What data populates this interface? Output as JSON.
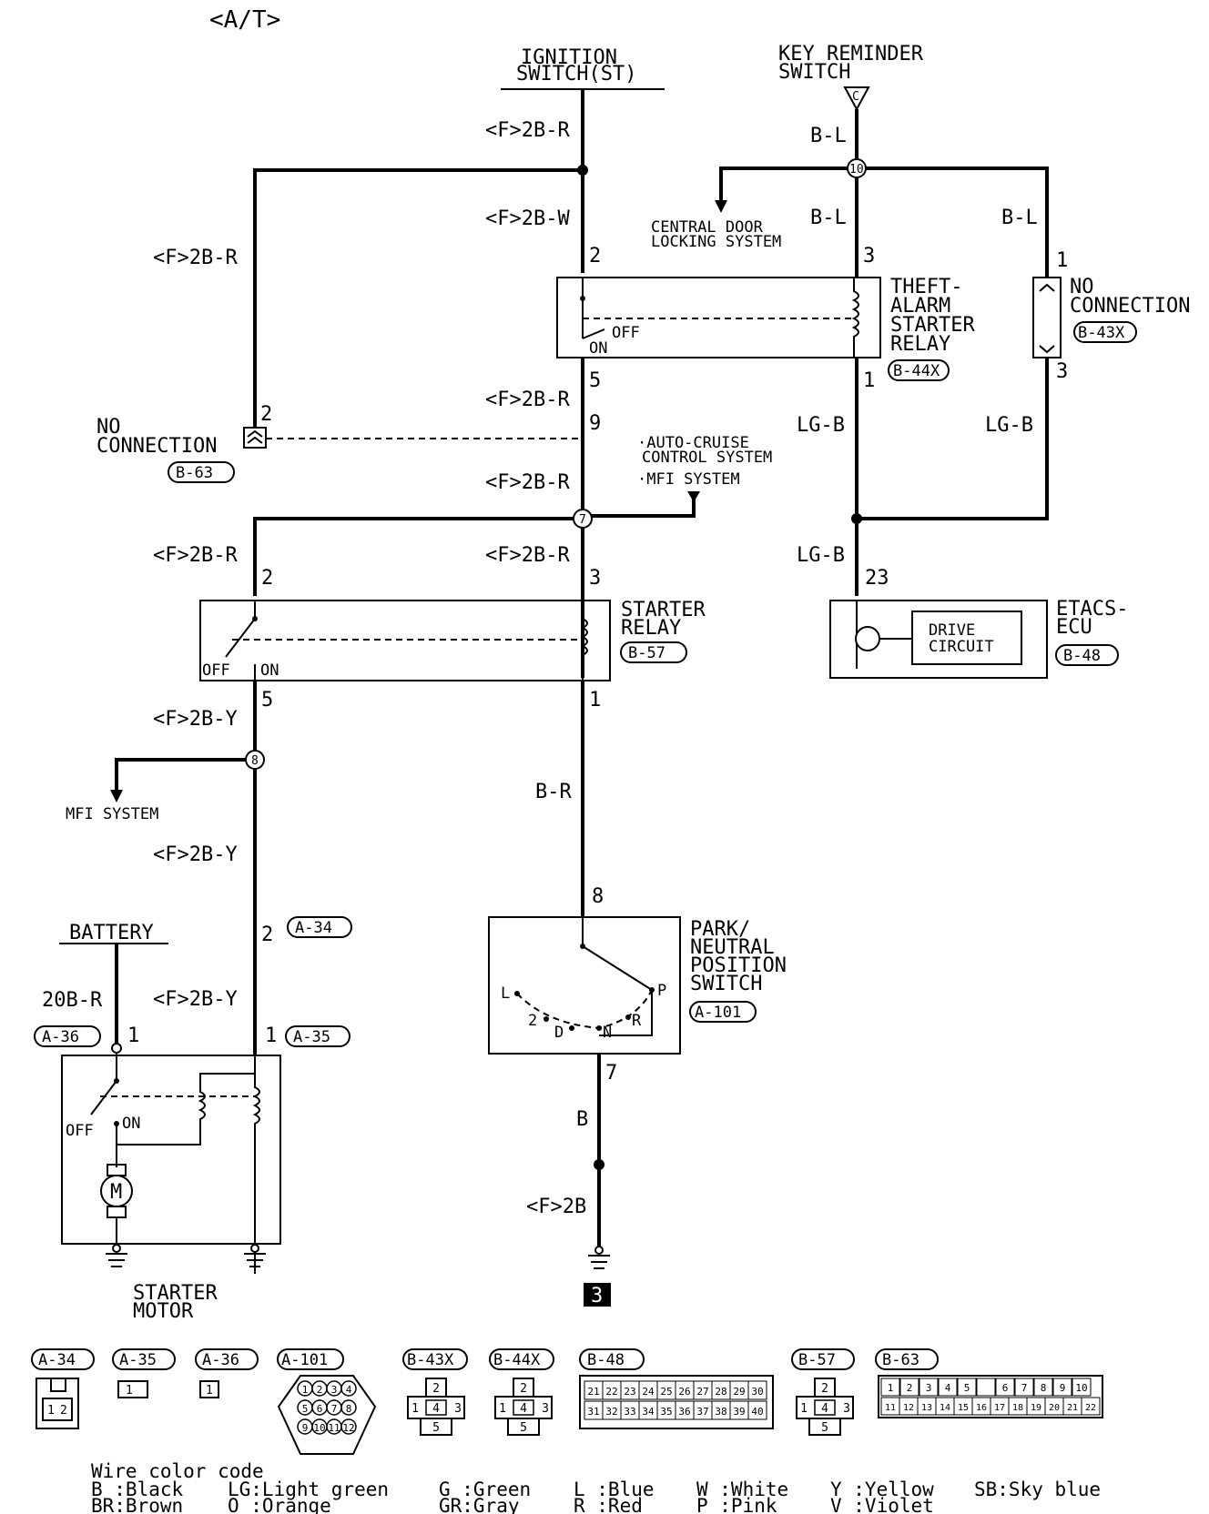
{
  "title": "<A/T>",
  "components": {
    "ignition_switch": {
      "line1": "IGNITION",
      "line2": "SWITCH(ST)"
    },
    "key_reminder": {
      "line1": "KEY REMINDER",
      "line2": "SWITCH",
      "junction": "C"
    },
    "central_door": {
      "line1": "CENTRAL DOOR",
      "line2": "LOCKING SYSTEM"
    },
    "theft_alarm_relay": {
      "line1": "THEFT-",
      "line2": "ALARM",
      "line3": "STARTER",
      "line4": "RELAY",
      "connector": "B-44X",
      "off": "OFF",
      "on": "ON"
    },
    "no_connection_b43x": {
      "line1": "NO",
      "line2": "CONNECTION",
      "connector": "B-43X"
    },
    "no_connection_b63": {
      "line1": "NO",
      "line2": "CONNECTION",
      "connector": "B-63"
    },
    "auto_cruise": {
      "line1": "·AUTO-CRUISE",
      "line2": "CONTROL SYSTEM",
      "line3": "·MFI SYSTEM"
    },
    "starter_relay": {
      "line1": "STARTER",
      "line2": "RELAY",
      "connector": "B-57",
      "off": "OFF",
      "on": "ON"
    },
    "etacs": {
      "line1": "ETACS-",
      "line2": "ECU",
      "connector": "B-48",
      "drive1": "DRIVE",
      "drive2": "CIRCUIT"
    },
    "mfi_system": "MFI SYSTEM",
    "battery": "BATTERY",
    "starter_motor": {
      "line1": "STARTER",
      "line2": "MOTOR",
      "off": "OFF",
      "on": "ON",
      "motor": "M"
    },
    "park_neutral": {
      "line1": "PARK/",
      "line2": "NEUTRAL",
      "line3": "POSITION",
      "line4": "SWITCH",
      "connector": "A-101",
      "positions": [
        "L",
        "2",
        "D",
        "N",
        "R",
        "P"
      ]
    },
    "ground_ref": "3"
  },
  "wires": {
    "w_ign_top": "<F>2B-R",
    "w_ign_mid": "<F>2B-W",
    "w_left_long": "<F>2B-R",
    "w_after_relay": "<F>2B-R",
    "w_after_9": "<F>2B-R",
    "w_left_sr": "<F>2B-R",
    "w_center_sr": "<F>2B-R",
    "w_sr_out": "<F>2B-Y",
    "w_mfi_down": "<F>2B-Y",
    "w_motor_in": "<F>2B-Y",
    "w_battery": "20B-R",
    "w_br": "B-R",
    "w_b": "B",
    "w_ground": "<F>2B",
    "w_bl_top": "B-L",
    "w_bl_mid": "B-L",
    "w_bl_right": "B-L",
    "w_lgb_1": "LG-B",
    "w_lgb_2": "LG-B",
    "w_lgb_3": "LG-B"
  },
  "junctions": {
    "j10": "10",
    "j7": "7",
    "j8": "8"
  },
  "pins": {
    "tar_2": "2",
    "tar_5": "5",
    "tar_3": "3",
    "tar_1": "1",
    "b63_2": "2",
    "b63_9": "9",
    "nc43_1": "1",
    "nc43_3": "3",
    "sr_2": "2",
    "sr_3": "3",
    "sr_5": "5",
    "sr_1": "1",
    "etacs_23": "23",
    "a34_2": "2",
    "a36_1": "1",
    "a35_1": "1",
    "pn_8": "8",
    "pn_7": "7"
  },
  "connector_tags": {
    "a34": "A-34",
    "a35": "A-35",
    "a36": "A-36"
  },
  "legend": {
    "labels": [
      "A-34",
      "A-35",
      "A-36",
      "A-101",
      "B-43X",
      "B-44X",
      "B-48",
      "B-57",
      "B-63"
    ],
    "a34_pins": [
      "1",
      "2"
    ],
    "a35_pin": "1",
    "a36_pin": "1",
    "a101_pins": [
      "1",
      "2",
      "3",
      "4",
      "5",
      "6",
      "7",
      "8",
      "9",
      "10",
      "11",
      "12"
    ],
    "relay4_pins": [
      "1",
      "2",
      "3",
      "4",
      "5"
    ],
    "b48_row1": [
      "21",
      "22",
      "23",
      "24",
      "25",
      "26",
      "27",
      "28",
      "29",
      "30"
    ],
    "b48_row2": [
      "31",
      "32",
      "33",
      "34",
      "35",
      "36",
      "37",
      "38",
      "39",
      "40"
    ],
    "b63_row1": [
      "1",
      "2",
      "3",
      "4",
      "5",
      "",
      "6",
      "7",
      "8",
      "9",
      "10"
    ],
    "b63_row2": [
      "11",
      "12",
      "13",
      "14",
      "15",
      "16",
      "17",
      "18",
      "19",
      "20",
      "21",
      "22"
    ]
  },
  "color_code": {
    "title": "Wire color code",
    "col1": [
      "B :Black",
      "BR:Brown"
    ],
    "col2": [
      "LG:Light green",
      "O :Orange"
    ],
    "col3": [
      "G :Green",
      "GR:Gray"
    ],
    "col4": [
      "L :Blue",
      "R :Red"
    ],
    "col5": [
      "W :White",
      "P :Pink"
    ],
    "col6": [
      "Y :Yellow",
      "V :Violet"
    ],
    "col7": [
      "SB:Sky blue"
    ]
  }
}
